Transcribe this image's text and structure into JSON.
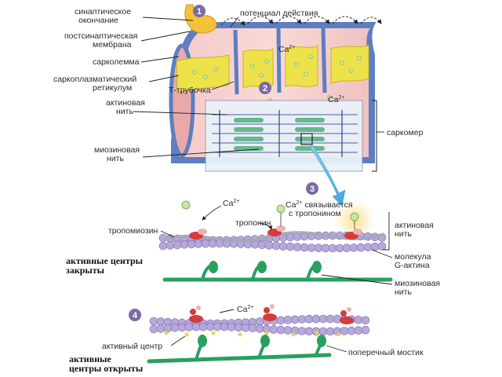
{
  "labels": {
    "synaptic_terminal": [
      "синаптическое",
      "окончание"
    ],
    "postsynaptic_membrane": [
      "постсинаптическая",
      "мембрана"
    ],
    "sarcolemma": "сарколемма",
    "sarcoplasmic_reticulum": [
      "саркоплазматический",
      "ретикулум"
    ],
    "t_tubule": "Т-трубочка",
    "actin_filament_top": [
      "актиновая",
      "нить"
    ],
    "myosin_filament_top": [
      "миозиновая",
      "нить"
    ],
    "action_potential": "потенциал действия",
    "sarcomere": "саркомер",
    "ca_main": "Ca",
    "ca_sup": "2+",
    "tropomyosin": "тропомиозин",
    "troponin": "тропонин",
    "ca_binds_line1_suffix": " связывается",
    "ca_binds_line2": "с тропонином",
    "actin_filament_mid": [
      "актиновая",
      "нить"
    ],
    "g_actin_molecule": [
      "молекула",
      "G-актина"
    ],
    "myosin_filament_mid": [
      "миозиновая",
      "нить"
    ],
    "active_centers_closed": [
      "активные центры",
      "закрыты"
    ],
    "active_center": "активный центр",
    "cross_bridge": "поперечный мостик",
    "active_centers_open": [
      "активные",
      "центры открыты"
    ]
  },
  "steps": [
    "1",
    "2",
    "3",
    "4"
  ],
  "colors": {
    "step_badge": "#7b6aa6",
    "membrane_blue": "#5b7fc0",
    "muscle_pink": "#f2c3c3",
    "reticulum_yellow": "#ede24a",
    "actin_purple": "#b7a8da",
    "troponin_red": "#d63b3b",
    "myosin_green": "#2aa060",
    "calcium_green": "#c7e6a5"
  }
}
